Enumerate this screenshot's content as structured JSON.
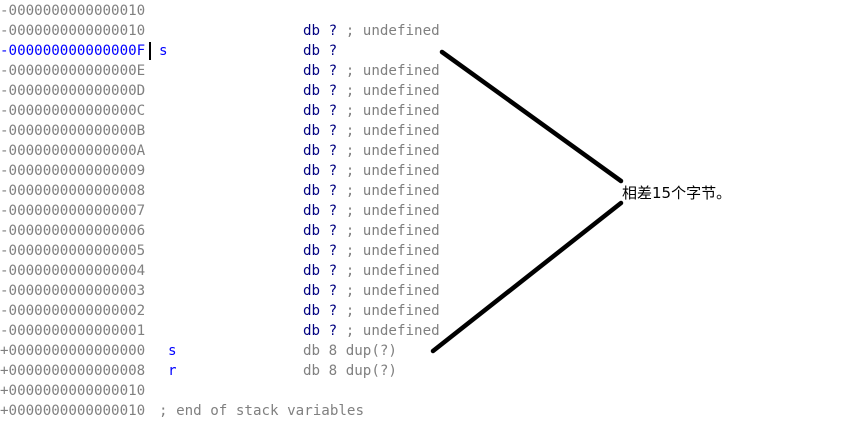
{
  "rows": [
    {
      "offset": "-0000000000000010",
      "name": "",
      "op": "",
      "comment": "",
      "style": "plain"
    },
    {
      "offset": "-0000000000000010",
      "name": "",
      "op": "db ?",
      "comment": "; undefined",
      "style": "kw"
    },
    {
      "offset": "-000000000000000F",
      "name": "s",
      "op": "db ?",
      "comment": "",
      "style": "kw",
      "selected": true
    },
    {
      "offset": "-000000000000000E",
      "name": "",
      "op": "db ?",
      "comment": "; undefined",
      "style": "kw"
    },
    {
      "offset": "-000000000000000D",
      "name": "",
      "op": "db ?",
      "comment": "; undefined",
      "style": "kw"
    },
    {
      "offset": "-000000000000000C",
      "name": "",
      "op": "db ?",
      "comment": "; undefined",
      "style": "kw"
    },
    {
      "offset": "-000000000000000B",
      "name": "",
      "op": "db ?",
      "comment": "; undefined",
      "style": "kw"
    },
    {
      "offset": "-000000000000000A",
      "name": "",
      "op": "db ?",
      "comment": "; undefined",
      "style": "kw"
    },
    {
      "offset": "-0000000000000009",
      "name": "",
      "op": "db ?",
      "comment": "; undefined",
      "style": "kw"
    },
    {
      "offset": "-0000000000000008",
      "name": "",
      "op": "db ?",
      "comment": "; undefined",
      "style": "kw"
    },
    {
      "offset": "-0000000000000007",
      "name": "",
      "op": "db ?",
      "comment": "; undefined",
      "style": "kw"
    },
    {
      "offset": "-0000000000000006",
      "name": "",
      "op": "db ?",
      "comment": "; undefined",
      "style": "kw"
    },
    {
      "offset": "-0000000000000005",
      "name": "",
      "op": "db ?",
      "comment": "; undefined",
      "style": "kw"
    },
    {
      "offset": "-0000000000000004",
      "name": "",
      "op": "db ?",
      "comment": "; undefined",
      "style": "kw"
    },
    {
      "offset": "-0000000000000003",
      "name": "",
      "op": "db ?",
      "comment": "; undefined",
      "style": "kw"
    },
    {
      "offset": "-0000000000000002",
      "name": "",
      "op": "db ?",
      "comment": "; undefined",
      "style": "kw"
    },
    {
      "offset": "-0000000000000001",
      "name": "",
      "op": "db ?",
      "comment": "; undefined",
      "style": "kw"
    },
    {
      "offset": "+0000000000000000",
      "name": "s",
      "op": "db 8 dup(?)",
      "comment": "",
      "style": "plain"
    },
    {
      "offset": "+0000000000000008",
      "name": "r",
      "op": "db 8 dup(?)",
      "comment": "",
      "style": "plain"
    },
    {
      "offset": "+0000000000000010",
      "name": "",
      "op": "",
      "comment": "",
      "style": "plain"
    },
    {
      "offset": "+0000000000000010",
      "name": "",
      "op": "",
      "comment": "; end of stack variables",
      "style": "endcomment"
    }
  ],
  "annotation": {
    "text": "相差15个字节。",
    "color": "#000000"
  },
  "colors": {
    "offset": "#808080",
    "selected": "#0000ff",
    "keyword": "#000080",
    "comment": "#808080"
  }
}
